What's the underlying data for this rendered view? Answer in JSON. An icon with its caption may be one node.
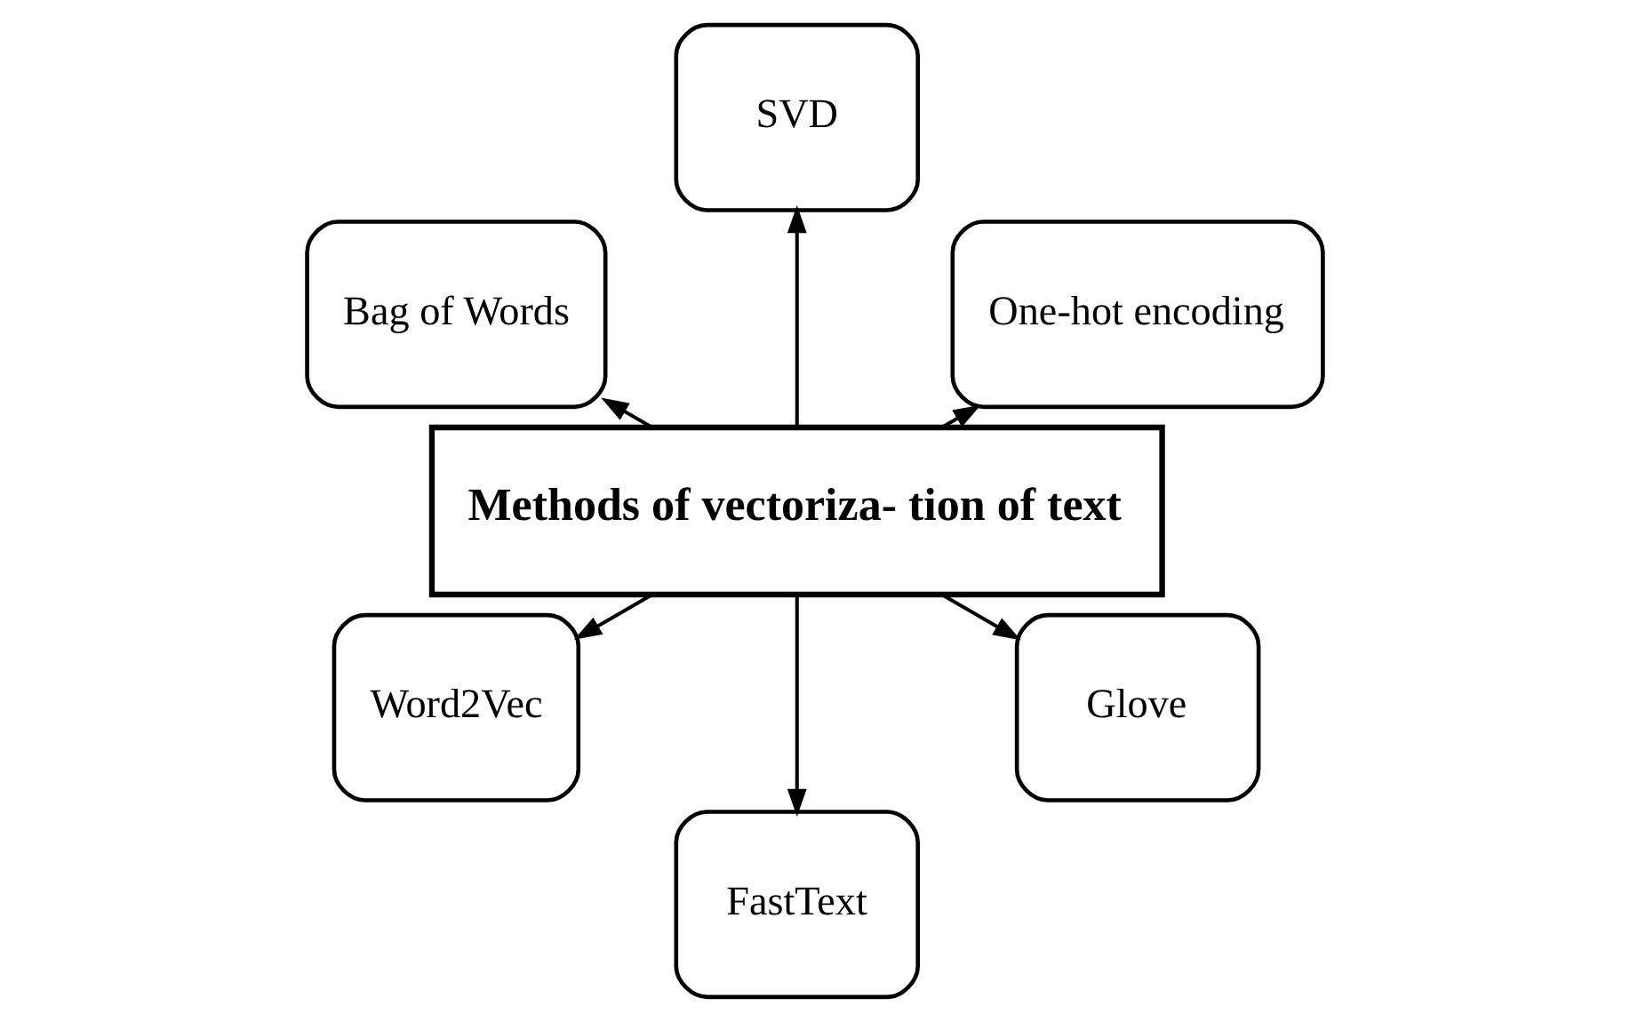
{
  "diagram": {
    "nodes": [
      {
        "text": [
          "One-hot encoding"
        ]
      },
      {
        "text": [
          "SVD"
        ]
      },
      {
        "text": [
          "Bag of Words"
        ]
      },
      {
        "text": [
          "Methods of vectoriza- tion of text"
        ]
      },
      {
        "text": [
          "Word2Vec"
        ]
      },
      {
        "text": [
          "FastText"
        ]
      },
      {
        "text": [
          "Glove"
        ]
      }
    ],
    "edges": [
      {
        "from": 3,
        "to": 0,
        "arrow": "to"
      },
      {
        "from": 3,
        "to": 1,
        "arrow": "to"
      },
      {
        "from": 3,
        "to": 2,
        "arrow": "to"
      },
      {
        "from": 3,
        "to": 4,
        "arrow": "to"
      },
      {
        "from": 3,
        "to": 5,
        "arrow": "to"
      },
      {
        "from": 3,
        "to": 6,
        "arrow": "to"
      }
    ]
  }
}
